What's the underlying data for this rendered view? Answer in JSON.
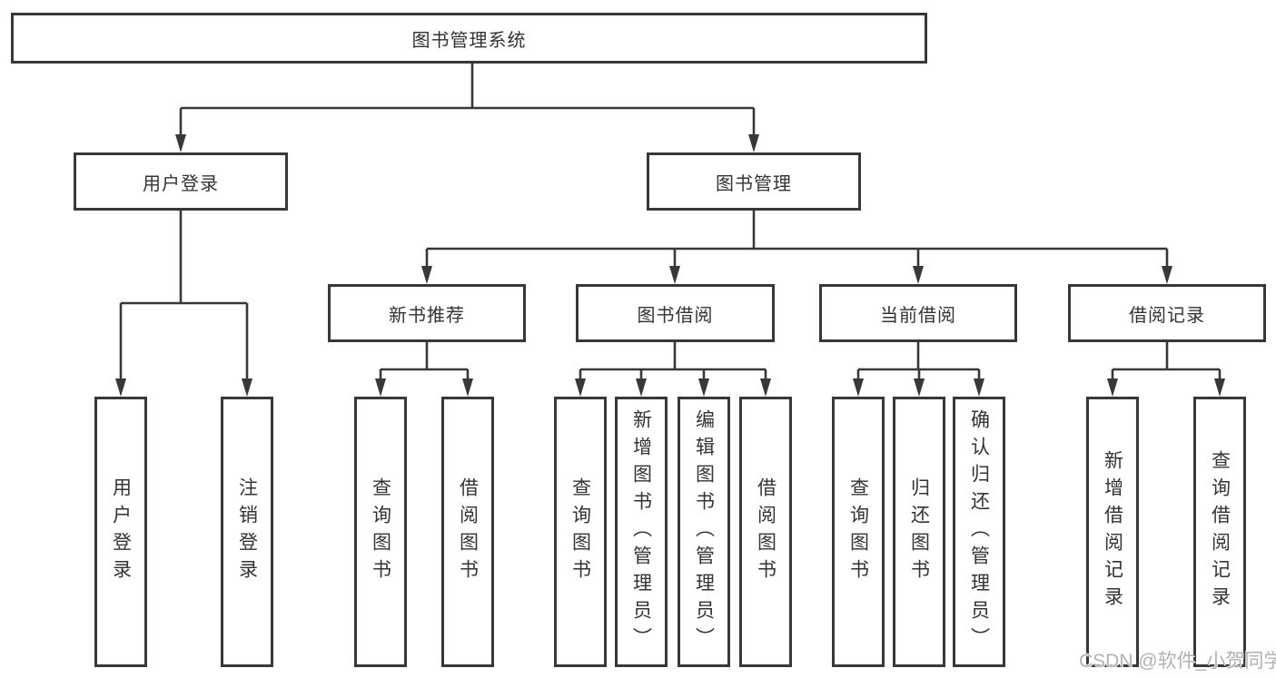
{
  "diagram": {
    "title_node": {
      "label": "图书管理系统"
    },
    "level2": [
      {
        "label": "用户登录"
      },
      {
        "label": "图书管理"
      }
    ],
    "level3": [
      {
        "label": "新书推荐"
      },
      {
        "label": "图书借阅"
      },
      {
        "label": "当前借阅"
      },
      {
        "label": "借阅记录"
      }
    ],
    "leaves": [
      {
        "label": "用户登录"
      },
      {
        "label": "注销登录"
      },
      {
        "label": "查询图书"
      },
      {
        "label": "借阅图书"
      },
      {
        "label": "查询图书"
      },
      {
        "label": "新增图书（管理员）"
      },
      {
        "label": "编辑图书（管理员）"
      },
      {
        "label": "借阅图书"
      },
      {
        "label": "查询图书"
      },
      {
        "label": "归还图书"
      },
      {
        "label": "确认归还（管理员）"
      },
      {
        "label": "新增借阅记录"
      },
      {
        "label": "查询借阅记录"
      }
    ],
    "colors": {
      "line": "#383838",
      "text": "#333333",
      "background": "#ffffff",
      "watermark": "#b2b2b2"
    }
  },
  "watermark": {
    "text": "CSDN @软件_小贺同学"
  }
}
